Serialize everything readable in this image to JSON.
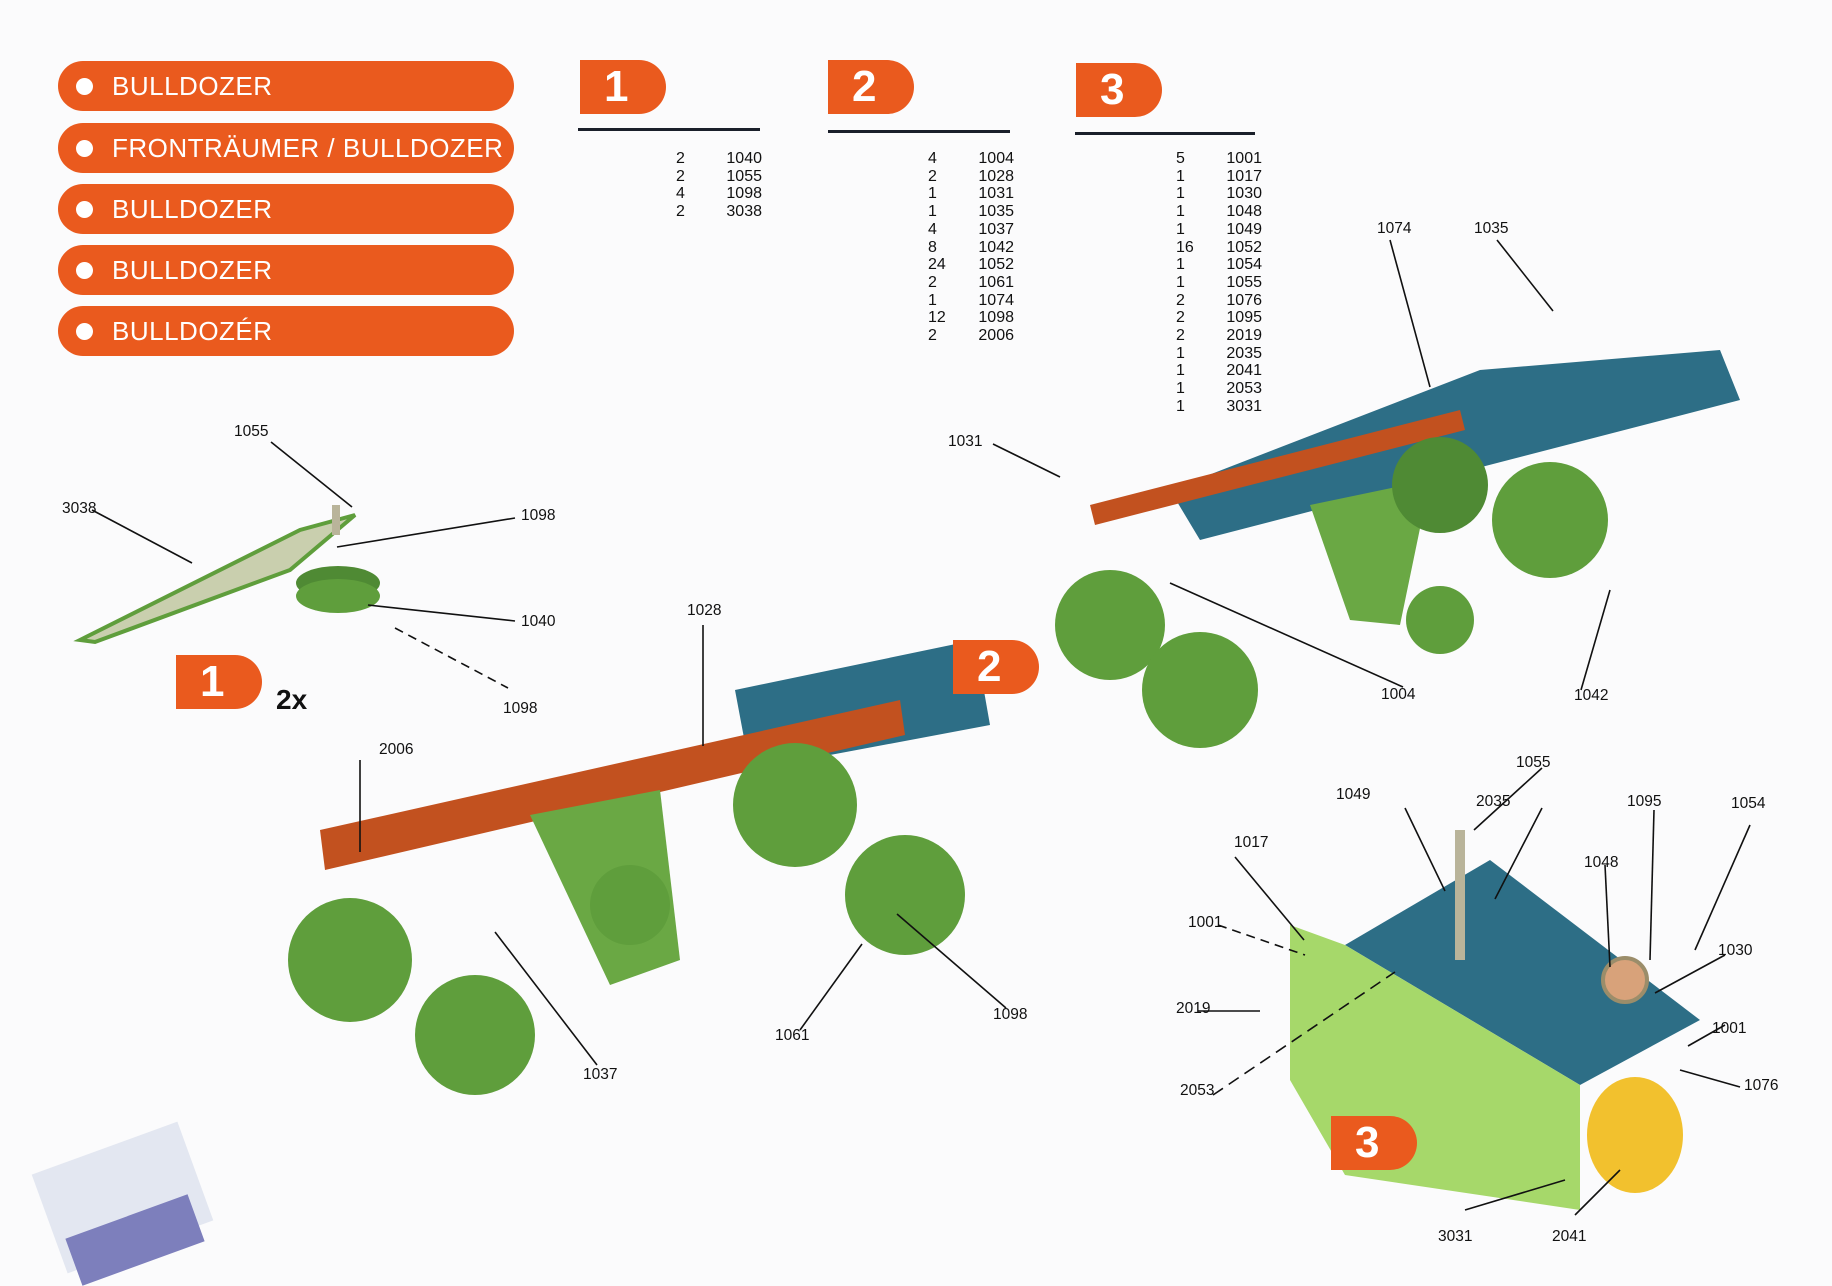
{
  "titles": [
    "BULLDOZER",
    "FRONTRÄUMER / BULLDOZER",
    "BULLDOZER",
    "BULLDOZER",
    "BULLDOZÉR"
  ],
  "steps": [
    {
      "label": "1",
      "parts": [
        [
          "2",
          "1040"
        ],
        [
          "2",
          "1055"
        ],
        [
          "4",
          "1098"
        ],
        [
          "2",
          "3038"
        ]
      ]
    },
    {
      "label": "2",
      "parts": [
        [
          "4",
          "1004"
        ],
        [
          "2",
          "1028"
        ],
        [
          "1",
          "1031"
        ],
        [
          "1",
          "1035"
        ],
        [
          "4",
          "1037"
        ],
        [
          "8",
          "1042"
        ],
        [
          "24",
          "1052"
        ],
        [
          "2",
          "1061"
        ],
        [
          "1",
          "1074"
        ],
        [
          "12",
          "1098"
        ],
        [
          "2",
          "2006"
        ]
      ]
    },
    {
      "label": "3",
      "parts": [
        [
          "5",
          "1001"
        ],
        [
          "1",
          "1017"
        ],
        [
          "1",
          "1030"
        ],
        [
          "1",
          "1048"
        ],
        [
          "1",
          "1049"
        ],
        [
          "16",
          "1052"
        ],
        [
          "1",
          "1054"
        ],
        [
          "1",
          "1055"
        ],
        [
          "2",
          "1076"
        ],
        [
          "2",
          "1095"
        ],
        [
          "2",
          "2019"
        ],
        [
          "1",
          "2035"
        ],
        [
          "1",
          "2041"
        ],
        [
          "1",
          "2053"
        ],
        [
          "1",
          "3031"
        ]
      ]
    }
  ],
  "figure1": {
    "badge": "1",
    "multiplier": "2x",
    "callouts": [
      "1055",
      "3038",
      "1098",
      "1040",
      "1098"
    ]
  },
  "figure2": {
    "badge": "2",
    "callouts": [
      "1028",
      "2006",
      "1037",
      "1061",
      "1098"
    ]
  },
  "figure_frame": {
    "callouts": [
      "1074",
      "1035",
      "1031",
      "1004",
      "1042"
    ]
  },
  "figure3": {
    "badge": "3",
    "callouts": [
      "1055",
      "1049",
      "2035",
      "1095",
      "1054",
      "1017",
      "1048",
      "1001",
      "1030",
      "2019",
      "1001",
      "2053",
      "1076",
      "3031",
      "2041"
    ]
  },
  "colors": {
    "accent": "#ea5a1e",
    "green": "#5f9e3c",
    "blue": "#2d6e86",
    "copper": "#c2511f",
    "yellow": "#f2c12e"
  }
}
